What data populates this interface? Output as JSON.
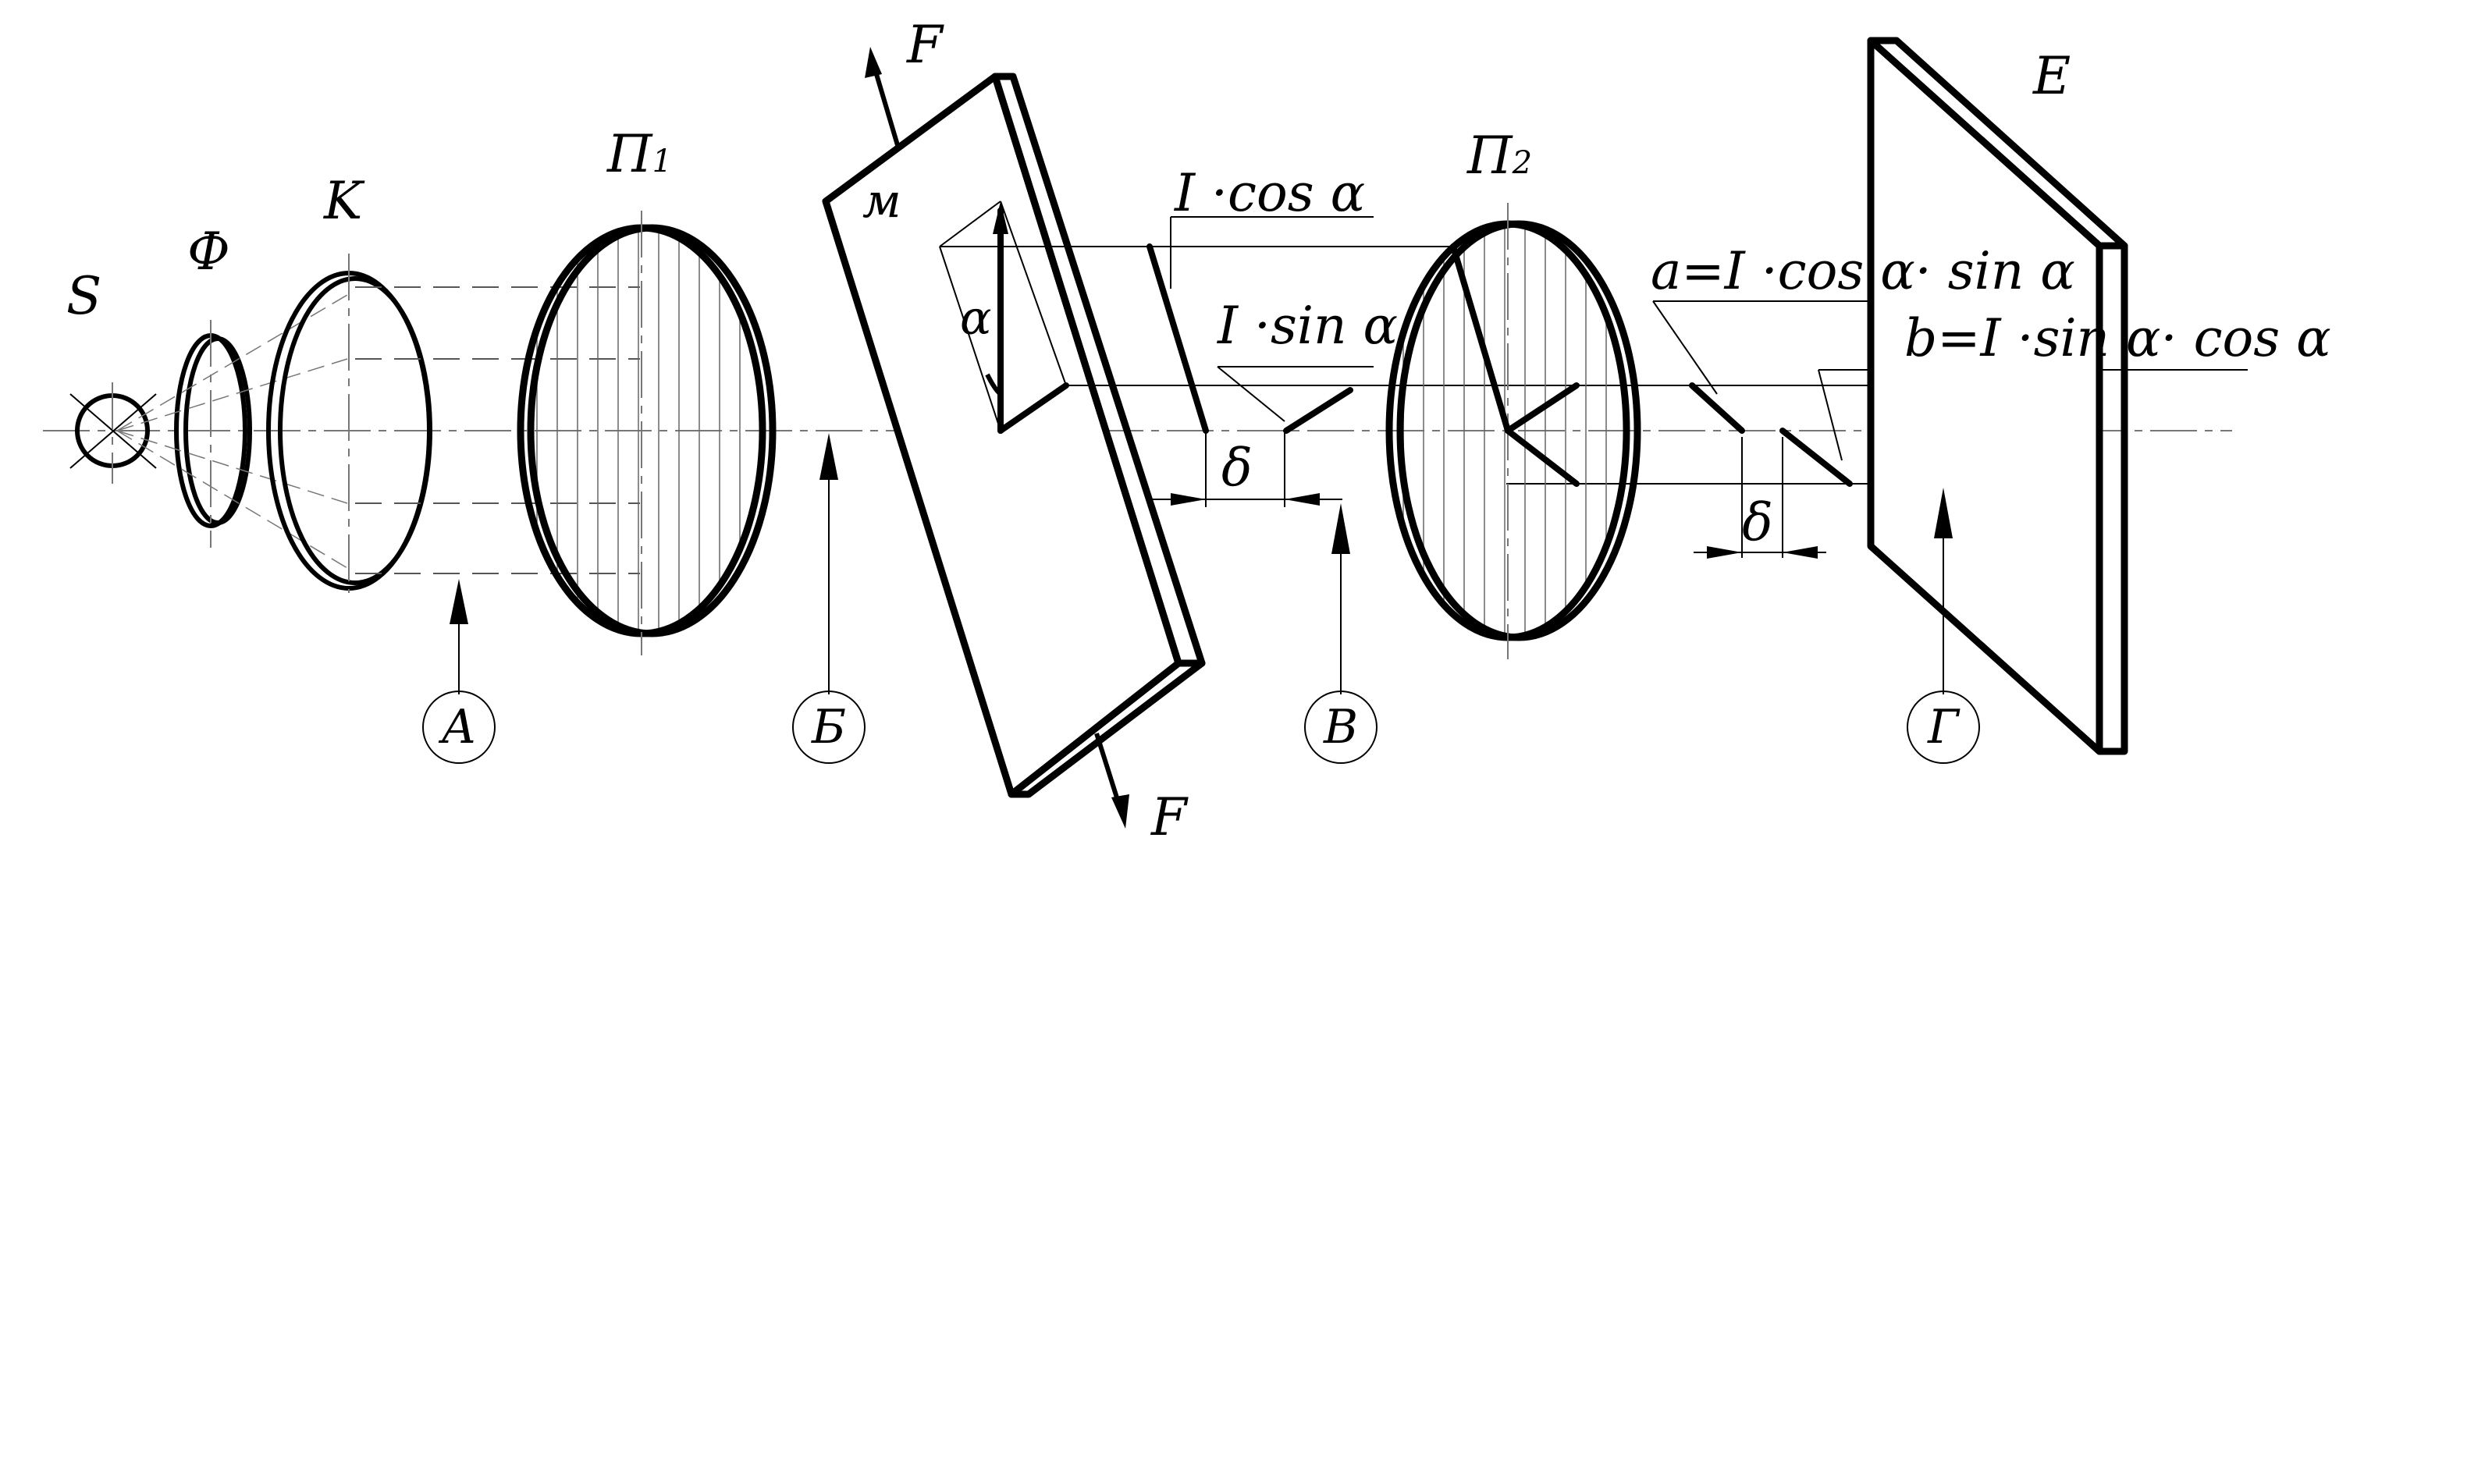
{
  "diagram": {
    "elements": {
      "source": "S",
      "filter": "Ф",
      "condenser": "K",
      "polarizer_1": {
        "main": "П",
        "sub": "1"
      },
      "polarizer_2": {
        "main": "П",
        "sub": "2"
      },
      "model": "м",
      "screen": "E"
    },
    "forces": {
      "top": "F",
      "bottom": "F"
    },
    "angle": "α",
    "components": {
      "cos": "I ·cos α",
      "sin": "I ·sin α",
      "a": "a=I ·cos α· sin α",
      "b": "b=I ·sin α· cos α"
    },
    "retardation": {
      "first": "δ",
      "second": "δ"
    },
    "sections": [
      "A",
      "Б",
      "B",
      "Г"
    ]
  }
}
